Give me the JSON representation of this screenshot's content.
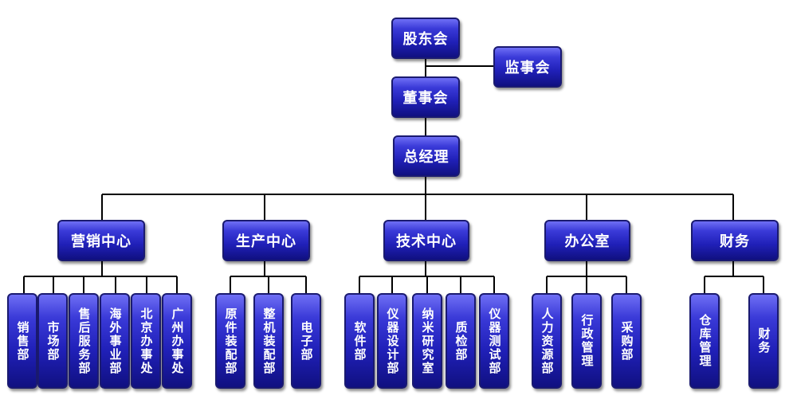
{
  "shareholders": "股东会",
  "supervisors": "监事会",
  "board": "董事会",
  "gm": "总经理",
  "centers": {
    "marketing": {
      "label": "营销中心",
      "units": [
        "销售部",
        "市场部",
        "售后服务部",
        "海外事业部",
        "北京办事处",
        "广州办事处"
      ]
    },
    "production": {
      "label": "生产中心",
      "units": [
        "原件装配部",
        "整机装配部",
        "电子部"
      ]
    },
    "technology": {
      "label": "技术中心",
      "units": [
        "软件部",
        "仪器设计部",
        "纳米研究室",
        "质检部",
        "仪器测试部"
      ]
    },
    "office": {
      "label": "办公室",
      "units": [
        "人力资源部",
        "行政管理",
        "采购部"
      ]
    },
    "finance": {
      "label": "财务",
      "units": [
        "仓库管理",
        "财务"
      ]
    }
  }
}
